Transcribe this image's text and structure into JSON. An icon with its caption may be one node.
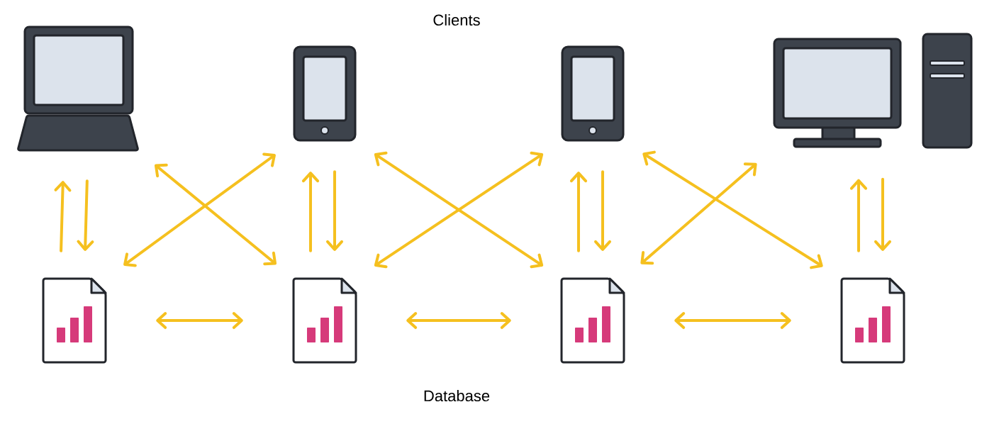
{
  "diagram": {
    "nodes": [
      {
        "text": [],
        "shape": "picture"
      },
      {
        "text": [],
        "shape": "picture"
      },
      {
        "text": [],
        "shape": "picture"
      },
      {
        "text": [],
        "shape": "picture"
      },
      {
        "text": [],
        "shape": "picture"
      },
      {
        "text": [],
        "shape": "picture"
      },
      {
        "text": [],
        "shape": "picture"
      },
      {
        "text": [],
        "shape": "picture"
      }
    ],
    "edges": [
      {
        "from": 4,
        "to": 0,
        "arrow": "to"
      },
      {
        "from": 0,
        "to": 4,
        "arrow": "to"
      },
      {
        "from": 5,
        "to": 1,
        "arrow": "to"
      },
      {
        "from": 1,
        "to": 5,
        "arrow": "to"
      },
      {
        "from": 6,
        "to": 2,
        "arrow": "to"
      },
      {
        "from": 2,
        "to": 6,
        "arrow": "to"
      },
      {
        "from": 7,
        "to": 3,
        "arrow": "to"
      },
      {
        "from": 3,
        "to": 7,
        "arrow": "to"
      },
      {
        "from": 4,
        "to": 1,
        "arrow": "both"
      },
      {
        "from": 0,
        "to": 5,
        "arrow": "both"
      },
      {
        "from": 5,
        "to": 2,
        "arrow": "both"
      },
      {
        "from": 1,
        "to": 6,
        "arrow": "both"
      },
      {
        "from": 6,
        "to": 3,
        "arrow": "both"
      },
      {
        "from": 2,
        "to": 7,
        "arrow": "both"
      },
      {
        "from": 4,
        "to": 5,
        "arrow": "both"
      },
      {
        "from": 5,
        "to": 6,
        "arrow": "both"
      },
      {
        "from": 6,
        "to": 7,
        "arrow": "both"
      }
    ],
    "labels": [
      "Clients",
      "Database"
    ]
  }
}
